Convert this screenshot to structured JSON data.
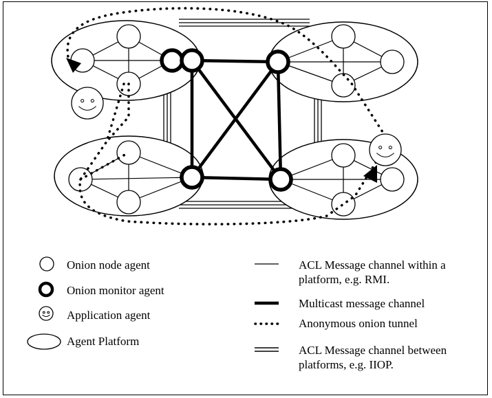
{
  "colors": {
    "stroke": "#000000",
    "background": "#ffffff"
  },
  "legend": {
    "left": [
      {
        "icon": "onion-node-icon",
        "label": "Onion node agent"
      },
      {
        "icon": "onion-monitor-icon",
        "label": "Onion monitor agent"
      },
      {
        "icon": "smiley-icon",
        "label": "Application agent"
      },
      {
        "icon": "platform-ellipse-icon",
        "label": "Agent Platform"
      }
    ],
    "right": [
      {
        "icon": "thin-line-icon",
        "line1": "ACL Message channel within a",
        "line2": "platform, e.g. RMI."
      },
      {
        "icon": "thick-line-icon",
        "line1": "Multicast message channel",
        "line2": ""
      },
      {
        "icon": "dotted-line-icon",
        "line1": "Anonymous onion tunnel",
        "line2": ""
      },
      {
        "icon": "double-line-icon",
        "line1": "ACL Message channel between",
        "line2": "platforms, e.g. IIOP."
      }
    ]
  }
}
